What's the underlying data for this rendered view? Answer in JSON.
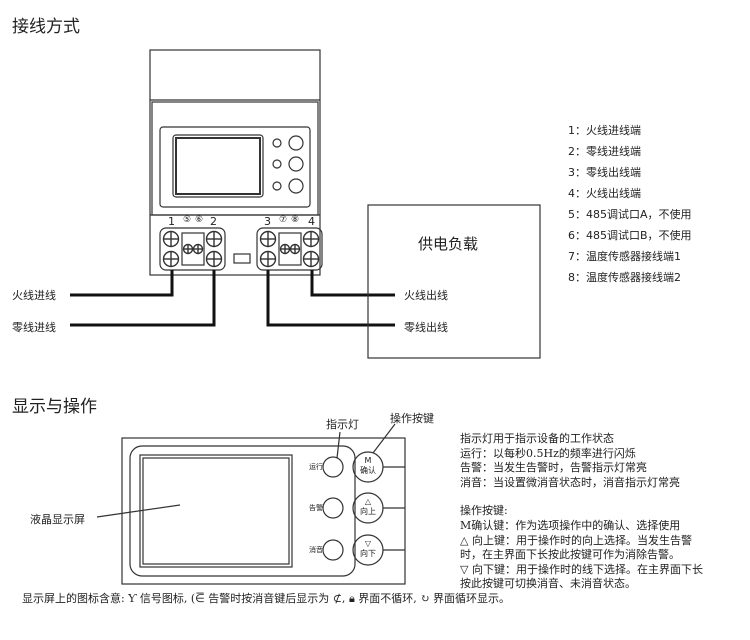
{
  "wiring": {
    "title": "接线方式",
    "terminals": [
      "1",
      "⑤",
      "⑥",
      "2",
      "3",
      "⑦",
      "⑧",
      "4"
    ],
    "load": "供电负载",
    "in_live": "火线进线",
    "in_neutral": "零线进线",
    "out_live": "火线出线",
    "out_neutral": "零线出线"
  },
  "legend": [
    "1：火线进线端",
    "2：零线进线端",
    "3：零线出线端",
    "4：火线出线端",
    "5：485调试口A，不使用",
    "6：485调试口B，不使用",
    "7：温度传感器接线端1",
    "8：温度传感器接线端2"
  ],
  "display": {
    "title": "显示与操作",
    "indicator_callout": "指示灯",
    "button_callout": "操作按键",
    "lcd_label": "液晶显示屏",
    "indicators": [
      "运行",
      "告警",
      "消音"
    ],
    "buttons": [
      {
        "top": "M",
        "bottom": "确认"
      },
      {
        "top": "△",
        "bottom": "向上"
      },
      {
        "top": "▽",
        "bottom": "向下"
      }
    ]
  },
  "description": {
    "lines1": [
      "指示灯用于指示设备的工作状态",
      "运行：以每秒0.5Hz的频率进行闪烁",
      "告警：当发生告警时，告警指示灯常亮",
      "消音：当设置微消音状态时，消音指示灯常亮"
    ],
    "lines2": [
      "操作按键:",
      "M确认键：作为选项操作中的确认、选择使用",
      " △ 向上键：用于操作时的向上选择。当发生告警",
      "时，在主界面下长按此按键可作为消除告警。",
      " ▽ 向下键：用于操作时的线下选择。在主界面下长",
      "按此按键可切换消音、未消音状态。"
    ]
  },
  "icons_note": {
    "prefix": "显示屏上的图标含意:",
    "signal": "信号图标,",
    "alarm": "告警时按消音键后显示为",
    "lock": "界面不循环,",
    "cycle": "界面循环显示。"
  }
}
